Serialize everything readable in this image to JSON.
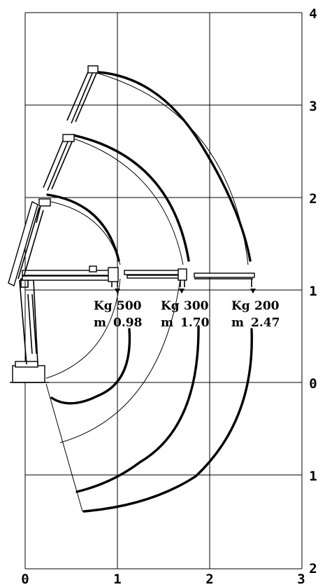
{
  "x_axis": {
    "ticks": [
      "0",
      "1",
      "2",
      "3"
    ]
  },
  "y_axis": {
    "ticks_upper": [
      "4",
      "3",
      "2",
      "1",
      "0"
    ],
    "ticks_lower": [
      "1",
      "2"
    ]
  },
  "loads": [
    {
      "weight_label": "Kg",
      "weight": "500",
      "reach_label": "m",
      "reach": "0.98"
    },
    {
      "weight_label": "Kg",
      "weight": "300",
      "reach_label": "m",
      "reach": "1.70"
    },
    {
      "weight_label": "Kg",
      "weight": "200",
      "reach_label": "m",
      "reach": "2.47"
    }
  ]
}
